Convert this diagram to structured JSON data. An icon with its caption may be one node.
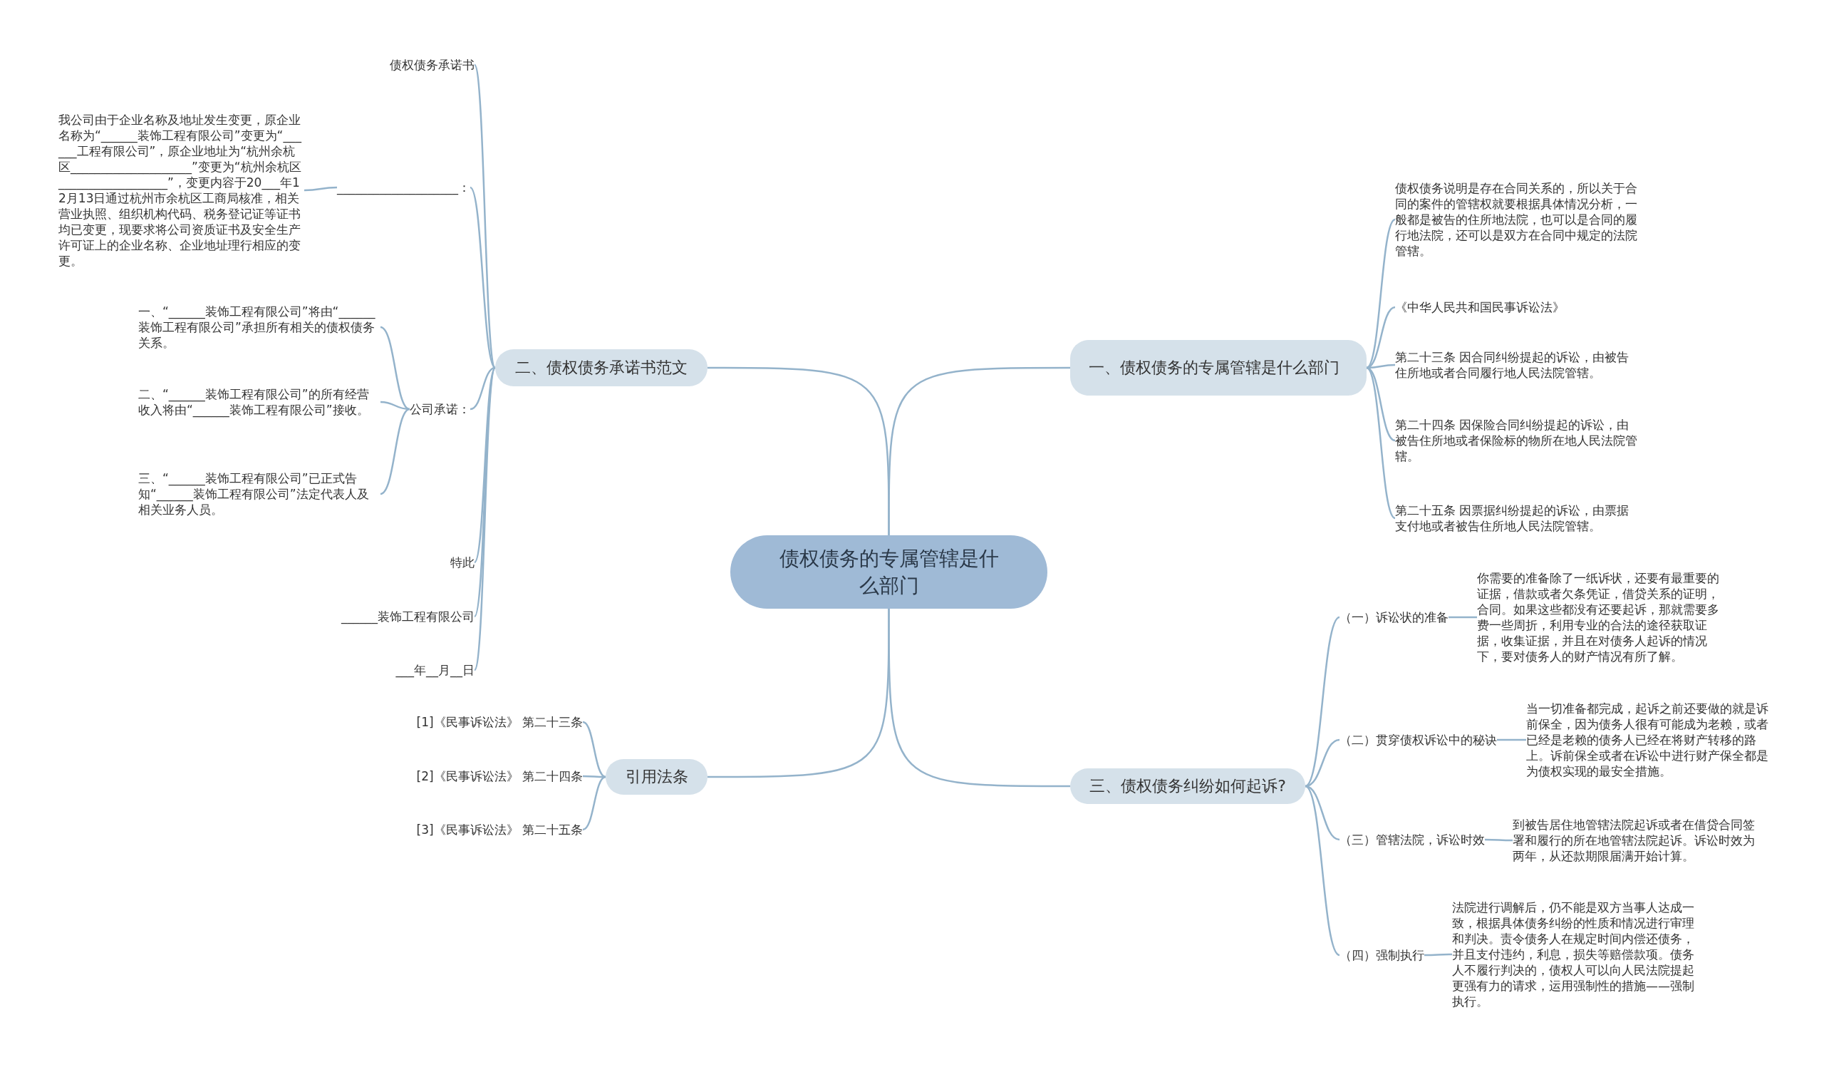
{
  "diagram": {
    "nodes": [
      {
        "text": [
          "债权债务的专属管辖是什么部门"
        ]
      },
      {
        "text": [
          "一、债权债务的专属管辖是什么部门"
        ]
      },
      {
        "text": [
          "债权债务说明是存在合同关系的，所以关于合同的案件的管辖权就要根据具体情况分析，一般都是被告的住所地法院，也可以是合同的履行地法院，还可以是双方在合同中规定的法院管辖。"
        ]
      },
      {
        "text": [
          "《中华人民共和国民事诉讼法》"
        ]
      },
      {
        "text": [
          "第二十三条 因合同纠纷提起的诉讼，由被告住所地或者合同履行地人民法院管辖。"
        ]
      },
      {
        "text": [
          "第二十四条 因保险合同纠纷提起的诉讼，由被告住所地或者保险标的物所在地人民法院管辖。"
        ]
      },
      {
        "text": [
          "第二十五条 因票据纠纷提起的诉讼，由票据支付地或者被告住所地人民法院管辖。"
        ]
      },
      {
        "text": [
          "二、债权债务承诺书范文"
        ]
      },
      {
        "text": [
          "债权债务承诺书"
        ]
      },
      {
        "text": [
          "____________________："
        ]
      },
      {
        "text": [
          "我公司由于企业名称及地址发生变更，原企业名称为“______装饰工程有限公司”变更为“______工程有限公司”，原企业地址为“杭州余杭区____________________”变更为“杭州余杭区__________________”，变更内容于20___年12月13日通过杭州市余杭区工商局核准，相关营业执照、组织机构代码、税务登记证等证书均已变更，现要求将公司资质证书及安全生产许可证上的企业名称、企业地址理行相应的变更。"
        ]
      },
      {
        "text": [
          "公司承诺："
        ]
      },
      {
        "text": [
          "一、“______装饰工程有限公司”将由“______装饰工程有限公司”承担所有相关的债权债务关系。"
        ]
      },
      {
        "text": [
          "二、“______装饰工程有限公司”的所有经营收入将由“______装饰工程有限公司”接收。"
        ]
      },
      {
        "text": [
          "三、“______装饰工程有限公司”已正式告知“______装饰工程有限公司”法定代表人及相关业务人员。"
        ]
      },
      {
        "text": [
          "特此"
        ]
      },
      {
        "text": [
          "______装饰工程有限公司"
        ]
      },
      {
        "text": [
          "___年__月__日"
        ]
      },
      {
        "text": [
          "三、债权债务纠纷如何起诉?"
        ]
      },
      {
        "text": [
          "（一）诉讼状的准备"
        ]
      },
      {
        "text": [
          "你需要的准备除了一纸诉状，还要有最重要的证据，借款或者欠条凭证，借贷关系的证明，合同。如果这些都没有还要起诉，那就需要多费一些周折，利用专业的合法的途径获取证据，收集证据，并且在对债务人起诉的情况下，要对债务人的财产情况有所了解。"
        ]
      },
      {
        "text": [
          "（二）贯穿债权诉讼中的秘诀"
        ]
      },
      {
        "text": [
          "当一切准备都完成，起诉之前还要做的就是诉前保全，因为债务人很有可能成为老赖，或者已经是老赖的债务人已经在将财产转移的路上。诉前保全或者在诉讼中进行财产保全都是为债权实现的最安全措施。"
        ]
      },
      {
        "text": [
          "（三）管辖法院，诉讼时效"
        ]
      },
      {
        "text": [
          "到被告居住地管辖法院起诉或者在借贷合同签署和履行的所在地管辖法院起诉。诉讼时效为两年，从还款期限届满开始计算。"
        ]
      },
      {
        "text": [
          "（四）强制执行"
        ]
      },
      {
        "text": [
          "法院进行调解后，仍不能是双方当事人达成一致，根据具体债务纠纷的性质和情况进行审理和判决。责令债务人在规定时间内偿还债务，并且支付违约，利息，损失等赔偿款项。债务人不履行判决的，债权人可以向人民法院提起更强有力的请求，运用强制性的措施——强制执行。"
        ]
      },
      {
        "text": [
          "引用法条"
        ]
      },
      {
        "text": [
          "[1]《民事诉讼法》 第二十三条"
        ]
      },
      {
        "text": [
          "[2]《民事诉讼法》 第二十四条"
        ]
      },
      {
        "text": [
          "[3]《民事诉讼法》 第二十五条"
        ]
      }
    ],
    "edges": [
      {
        "from": 0,
        "to": 1,
        "arrow": "none"
      },
      {
        "from": 1,
        "to": 2,
        "arrow": "none"
      },
      {
        "from": 1,
        "to": 3,
        "arrow": "none"
      },
      {
        "from": 1,
        "to": 4,
        "arrow": "none"
      },
      {
        "from": 1,
        "to": 5,
        "arrow": "none"
      },
      {
        "from": 1,
        "to": 6,
        "arrow": "none"
      },
      {
        "from": 0,
        "to": 7,
        "arrow": "none"
      },
      {
        "from": 7,
        "to": 8,
        "arrow": "none"
      },
      {
        "from": 7,
        "to": 9,
        "arrow": "none"
      },
      {
        "from": 9,
        "to": 10,
        "arrow": "none"
      },
      {
        "from": 7,
        "to": 11,
        "arrow": "none"
      },
      {
        "from": 11,
        "to": 12,
        "arrow": "none"
      },
      {
        "from": 11,
        "to": 13,
        "arrow": "none"
      },
      {
        "from": 11,
        "to": 14,
        "arrow": "none"
      },
      {
        "from": 7,
        "to": 15,
        "arrow": "none"
      },
      {
        "from": 7,
        "to": 16,
        "arrow": "none"
      },
      {
        "from": 7,
        "to": 17,
        "arrow": "none"
      },
      {
        "from": 0,
        "to": 18,
        "arrow": "none"
      },
      {
        "from": 18,
        "to": 19,
        "arrow": "none"
      },
      {
        "from": 19,
        "to": 20,
        "arrow": "none"
      },
      {
        "from": 18,
        "to": 21,
        "arrow": "none"
      },
      {
        "from": 21,
        "to": 22,
        "arrow": "none"
      },
      {
        "from": 18,
        "to": 23,
        "arrow": "none"
      },
      {
        "from": 23,
        "to": 24,
        "arrow": "none"
      },
      {
        "from": 18,
        "to": 25,
        "arrow": "none"
      },
      {
        "from": 25,
        "to": 26,
        "arrow": "none"
      },
      {
        "from": 0,
        "to": 27,
        "arrow": "none"
      },
      {
        "from": 27,
        "to": 28,
        "arrow": "none"
      },
      {
        "from": 27,
        "to": 29,
        "arrow": "none"
      },
      {
        "from": 27,
        "to": 30,
        "arrow": "none"
      }
    ]
  }
}
